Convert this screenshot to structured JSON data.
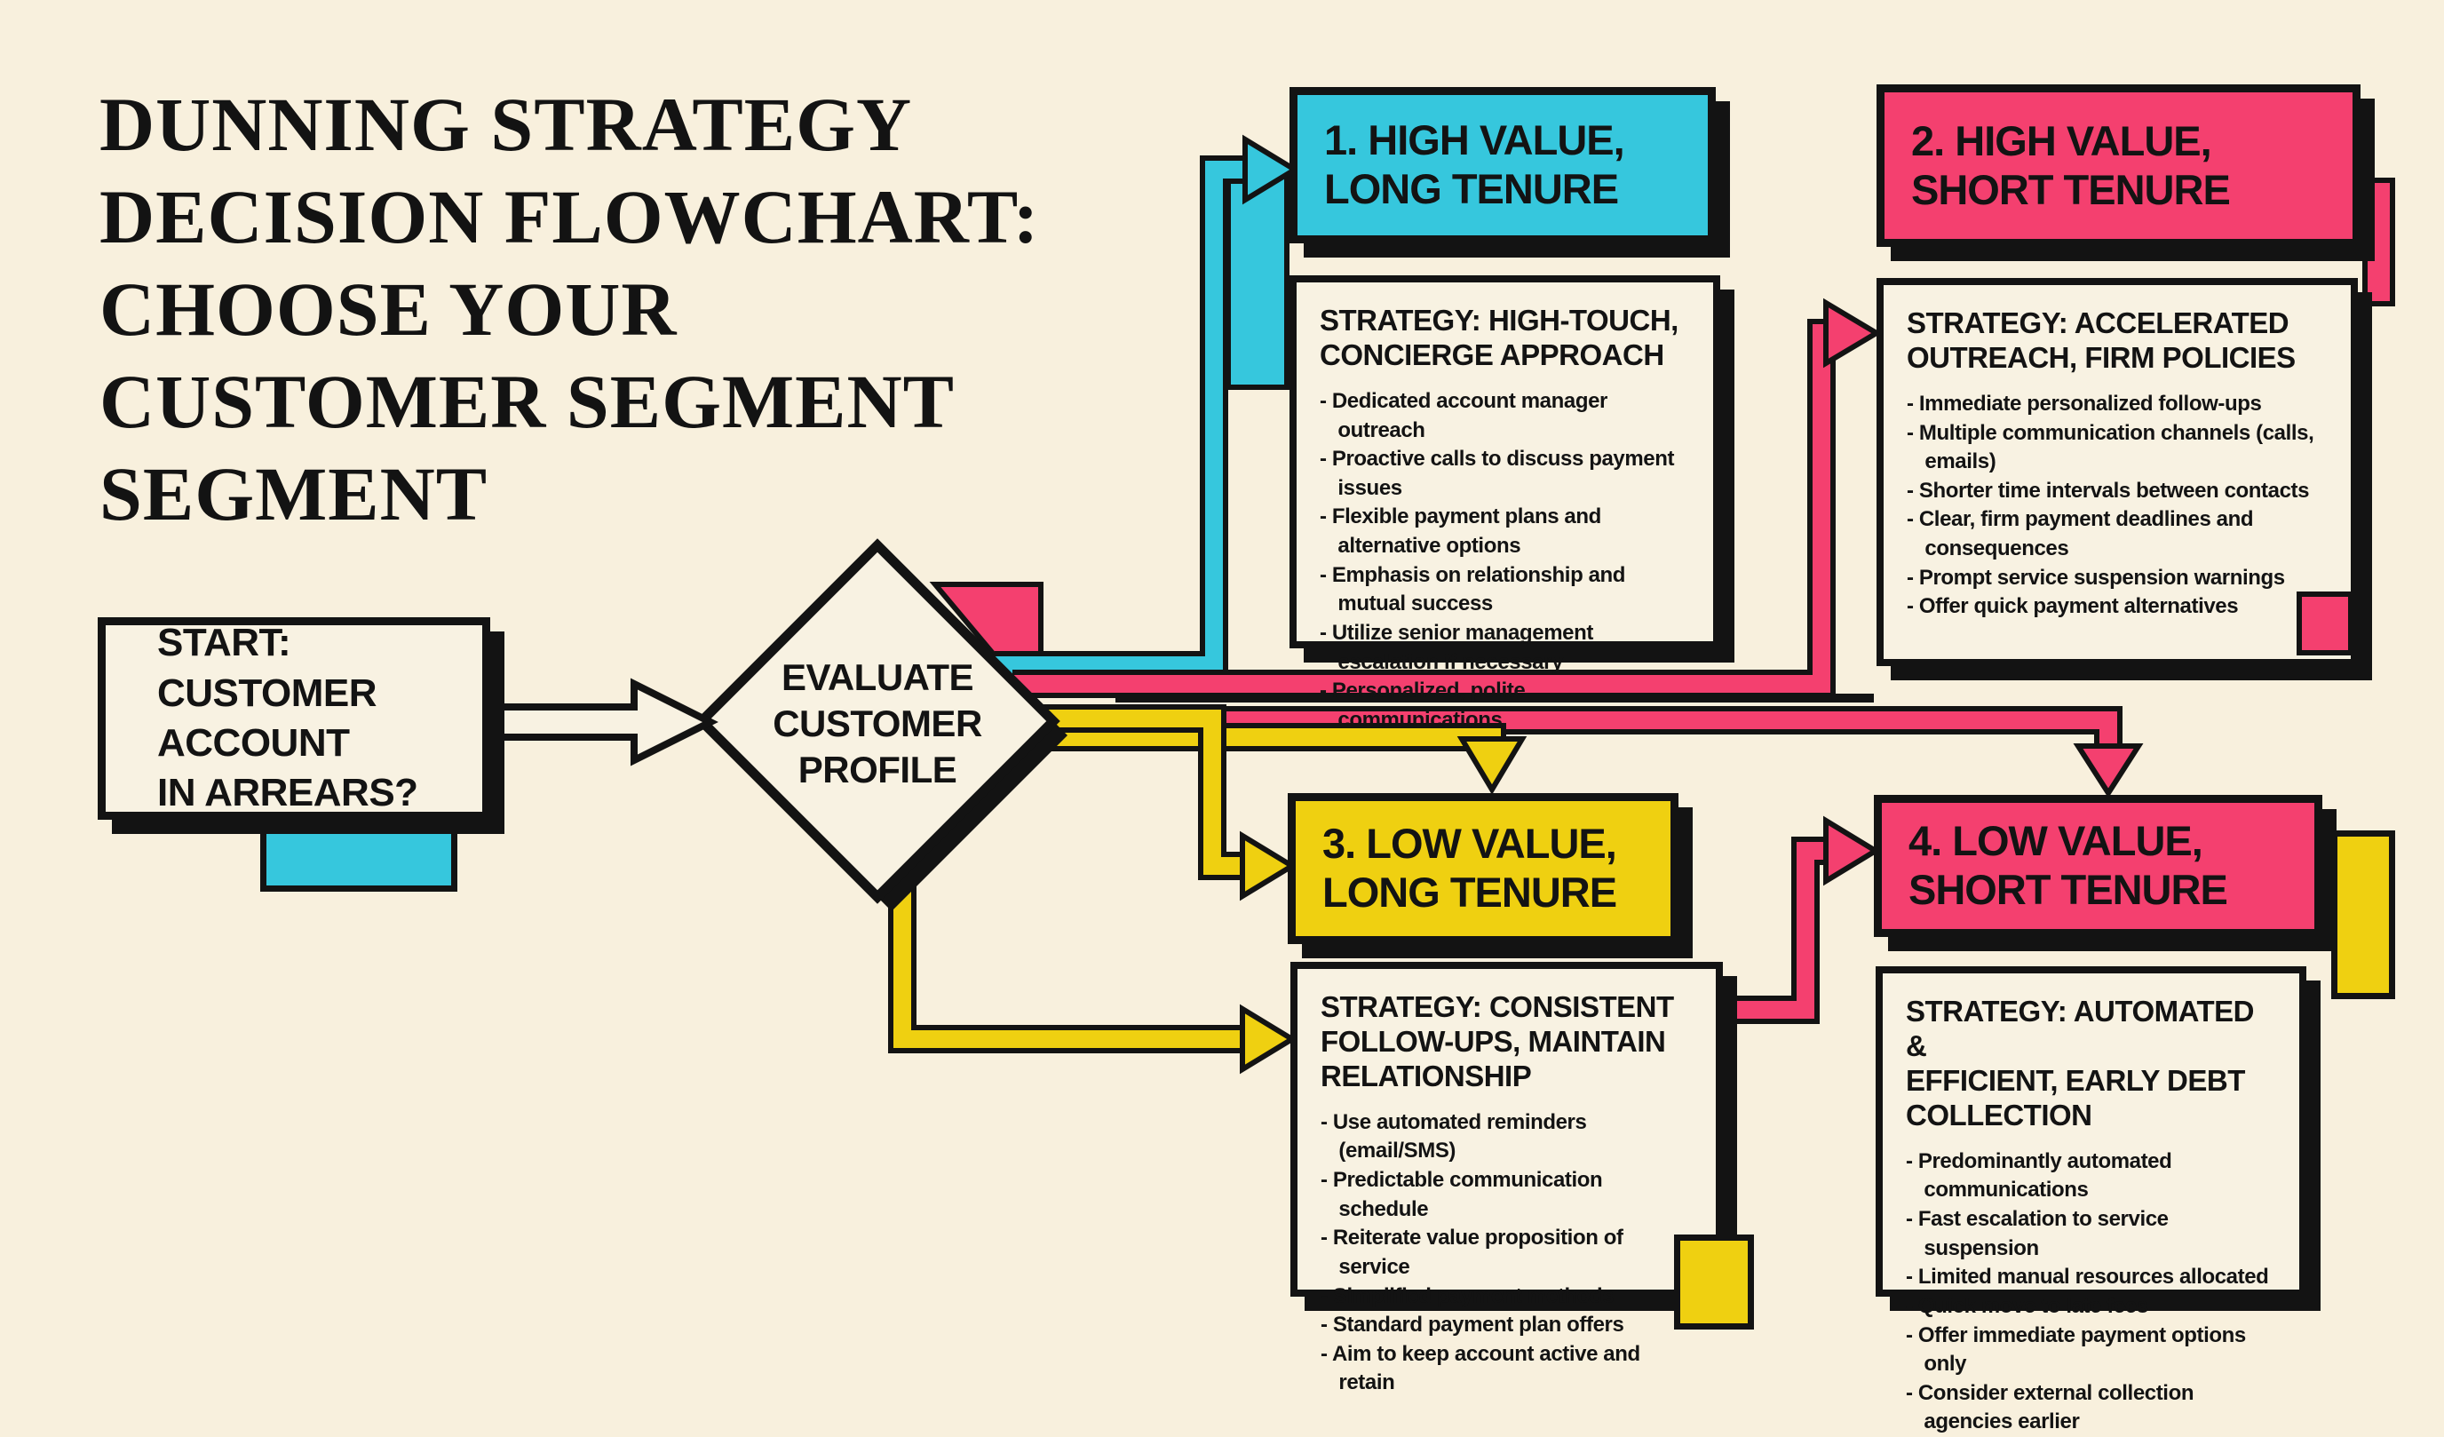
{
  "title": "DUNNING STRATEGY\nDECISION FLOWCHART:\nCHOOSE YOUR\nCUSTOMER SEGMENT\nSEGMENT",
  "start": {
    "text": "START:\nCUSTOMER ACCOUNT\nIN ARREARS?"
  },
  "decision": {
    "text": "EVALUATE\nCUSTOMER\nPROFILE"
  },
  "segments": [
    {
      "header": "1. HIGH VALUE,\nLONG TENURE",
      "color": "#36c7dd",
      "strategy_title": "STRATEGY: HIGH-TOUCH,\nCONCIERGE APPROACH",
      "bullets": [
        "Dedicated account manager outreach",
        "Proactive calls to discuss payment issues",
        "Flexible payment plans and alternative options",
        "Emphasis on relationship and mutual success",
        "Utilize senior management escalation if necessary",
        "Personalized, polite communications"
      ]
    },
    {
      "header": "2. HIGH VALUE,\nSHORT TENURE",
      "color": "#f4406f",
      "strategy_title": "STRATEGY: ACCELERATED\nOUTREACH, FIRM POLICIES",
      "bullets": [
        "Immediate personalized follow-ups",
        "Multiple communication channels (calls, emails)",
        "Shorter time intervals between contacts",
        "Clear, firm payment deadlines and consequences",
        "Prompt service suspension warnings",
        "Offer quick payment alternatives"
      ]
    },
    {
      "header": "3. LOW VALUE,\nLONG TENURE",
      "color": "#efd011",
      "strategy_title": "STRATEGY: CONSISTENT\nFOLLOW-UPS, MAINTAIN\nRELATIONSHIP",
      "bullets": [
        "Use automated reminders (email/SMS)",
        "Predictable communication schedule",
        "Reiterate value proposition of service",
        "Simplified payment methods",
        "Standard payment plan offers",
        "Aim to keep account active and retain"
      ]
    },
    {
      "header": "4. LOW VALUE,\nSHORT TENURE",
      "color": "#f4406f",
      "strategy_title": "STRATEGY: AUTOMATED &\nEFFICIENT, EARLY DEBT\nCOLLECTION",
      "bullets": [
        "Predominantly automated communications",
        "Fast escalation to service suspension",
        "Limited manual resources allocated",
        "Quick move to late fees",
        "Offer immediate payment options only",
        "Consider external collection agencies earlier"
      ]
    }
  ],
  "colors": {
    "background": "#f8f0dd",
    "card": "#f8f2e2",
    "ink": "#131313",
    "cyan": "#36c7dd",
    "pink": "#f4406f",
    "yellow": "#efd011"
  }
}
